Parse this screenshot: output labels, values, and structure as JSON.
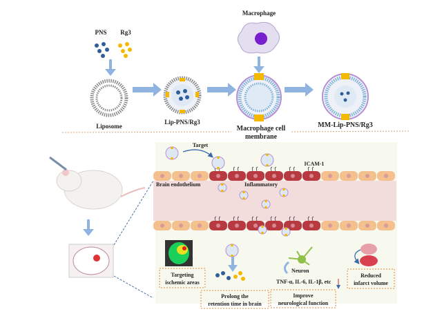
{
  "top": {
    "pns_label": "PNS",
    "rg3_label": "Rg3",
    "macrophage_label": "Macrophage",
    "liposome_label": "Liposome",
    "lip_label": "Lip-PNS/Rg3",
    "membrane_label_1": "Macrophage cell",
    "membrane_label_2": "membrane",
    "final_label": "MM-Lip-PNS/Rg3"
  },
  "bottom": {
    "target_label": "Target",
    "icam_label": "ICAM-1",
    "endothelium_label": "Brain endothelium",
    "inflammatory_label": "Inflammatory",
    "targeting_1": "Targeting",
    "targeting_2": "ischemic areas",
    "prolong_1": "Prolong the",
    "prolong_2": "retention time in brain",
    "neuron_label": "Neuron",
    "cytokines_label": "TNF-α, IL-6, IL-1β, etc",
    "improve_1": "Improve",
    "improve_2": "neurological function",
    "reduced_1": "Reduced",
    "reduced_2": "infarct volume"
  },
  "colors": {
    "pns": "#2f5f9a",
    "rg3": "#f5b800",
    "arrow": "#8fb4e0",
    "membrane": "#b58fd6",
    "normal_cell": "#f4c08e",
    "inflamed_cell": "#b8393f",
    "lumen": "#f3dcdc",
    "dashed_box": "#e08a3a"
  }
}
